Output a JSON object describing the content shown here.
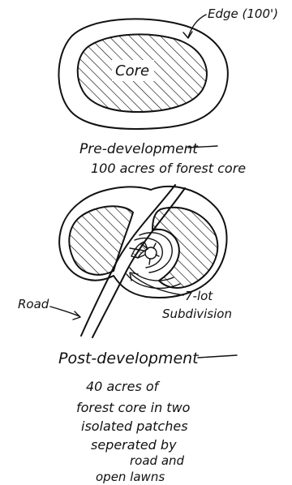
{
  "pre": {
    "edge_label": "Edge (100')",
    "core_label": "Core",
    "title": "Pre-development",
    "subtitle": "100 acres of forest core"
  },
  "post": {
    "road_label": "Road",
    "subdivision_label_1": "7-lot",
    "subdivision_label_2": "Subdivision",
    "title": "Post-development",
    "desc_1": "40 acres of",
    "desc_2": "forest core in two",
    "desc_3": "isolated patches",
    "desc_4": "seperated by",
    "desc_5": "road and",
    "desc_6": "open lawns"
  }
}
